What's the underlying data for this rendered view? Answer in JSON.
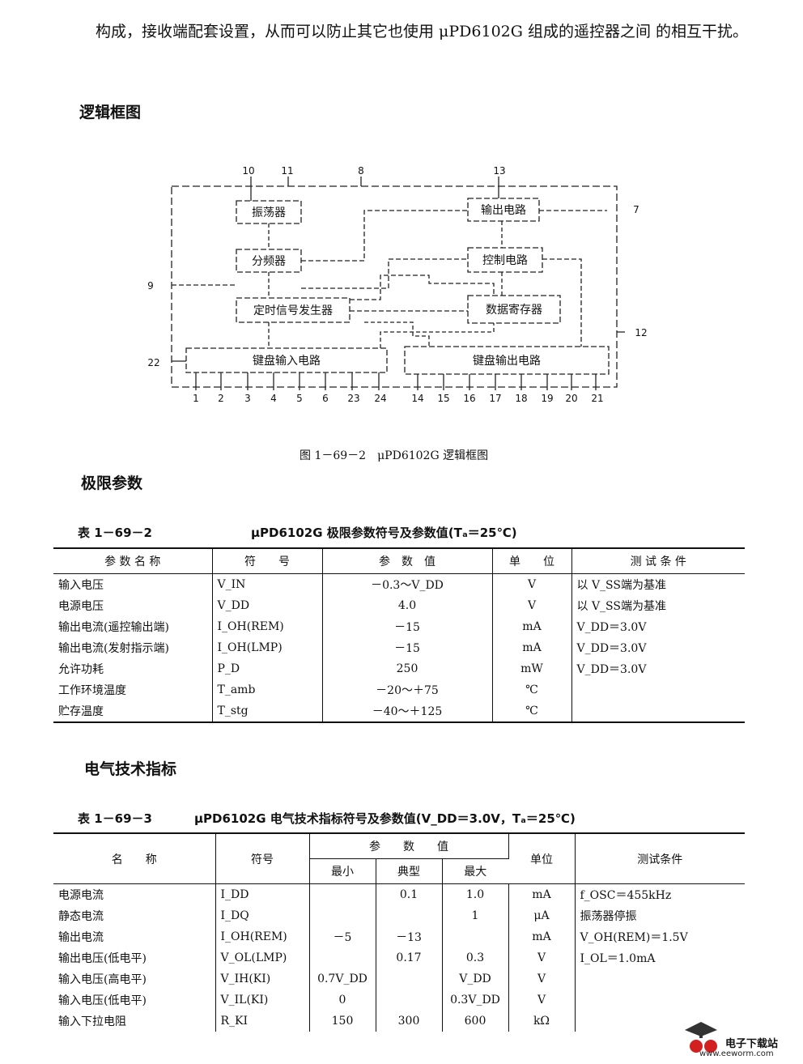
{
  "intro": "构成，接收端配套设置，从而可以防止其它也使用 μPD6102G 组成的遥控器之间 的相互干扰。",
  "section_logic": "逻辑框图",
  "diagram": {
    "blocks": {
      "oscillator": "振荡器",
      "divider": "分频器",
      "timing": "定时信号发生器",
      "key_input": "键盘输入电路",
      "output": "输出电路",
      "control": "控制电路",
      "data_reg": "数据寄存器",
      "key_output": "键盘输出电路"
    },
    "top_pins": [
      "10",
      "11",
      "8",
      "13"
    ],
    "side_pins": [
      "7",
      "9",
      "12",
      "22"
    ],
    "bottom_pins_left": [
      "1",
      "2",
      "3",
      "4",
      "5",
      "6",
      "23",
      "24"
    ],
    "bottom_pins_right": [
      "14",
      "15",
      "16",
      "17",
      "18",
      "19",
      "20",
      "21"
    ]
  },
  "figure_caption": "图 1－69－2　μPD6102G 逻辑框图",
  "section_limits": "极限参数",
  "table1": {
    "label": "表 1－69－2",
    "title": "μPD6102G 极限参数符号及参数值(Tₐ＝25℃)",
    "headers": [
      "参 数 名 称",
      "符　　号",
      "参　数　值",
      "单　　位",
      "测 试 条 件"
    ],
    "rows": [
      [
        "输入电压",
        "V_IN",
        "－0.3～V_DD",
        "V",
        "以 V_SS端为基准"
      ],
      [
        "电源电压",
        "V_DD",
        "4.0",
        "V",
        "以 V_SS端为基准"
      ],
      [
        "输出电流(遥控输出端)",
        "I_OH(REM)",
        "－15",
        "mA",
        "V_DD＝3.0V"
      ],
      [
        "输出电流(发射指示端)",
        "I_OH(LMP)",
        "－15",
        "mA",
        "V_DD＝3.0V"
      ],
      [
        "允许功耗",
        "P_D",
        "250",
        "mW",
        "V_DD＝3.0V"
      ],
      [
        "工作环境温度",
        "T_amb",
        "－20～＋75",
        "℃",
        ""
      ],
      [
        "贮存温度",
        "T_stg",
        "－40～＋125",
        "℃",
        ""
      ]
    ]
  },
  "section_electrical": "电气技术指标",
  "table2": {
    "label": "表 1－69－3",
    "title": "μPD6102G 电气技术指标符号及参数值(V_DD＝3.0V，Tₐ＝25℃)",
    "headers": {
      "name": "名　　称",
      "symbol": "符号",
      "params": "参　　数　　值",
      "min": "最小",
      "typ": "典型",
      "max": "最大",
      "unit": "单位",
      "cond": "测试条件"
    },
    "rows": [
      [
        "电源电流",
        "I_DD",
        "",
        "0.1",
        "1.0",
        "mA",
        "f_OSC＝455kHz"
      ],
      [
        "静态电流",
        "I_DQ",
        "",
        "",
        "1",
        "μA",
        "振荡器停振"
      ],
      [
        "输出电流",
        "I_OH(REM)",
        "－5",
        "－13",
        "",
        "mA",
        "V_OH(REM)＝1.5V"
      ],
      [
        "输出电压(低电平)",
        "V_OL(LMP)",
        "",
        "0.17",
        "0.3",
        "V",
        "I_OL＝1.0mA"
      ],
      [
        "输入电压(高电平)",
        "V_IH(KI)",
        "0.7V_DD",
        "",
        "V_DD",
        "V",
        ""
      ],
      [
        "输入电压(低电平)",
        "V_IL(KI)",
        "0",
        "",
        "0.3V_DD",
        "V",
        ""
      ],
      [
        "输入下拉电阻",
        "R_KI",
        "150",
        "300",
        "600",
        "kΩ",
        ""
      ]
    ]
  },
  "watermark": {
    "brand": "电子下载站",
    "url": "www.eeworm.com"
  }
}
